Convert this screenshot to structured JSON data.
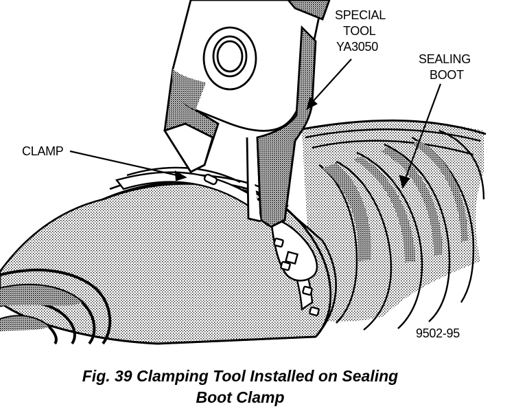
{
  "labels": {
    "special_tool_line1": "SPECIAL",
    "special_tool_line2": "TOOL",
    "special_tool_line3": "YA3050",
    "sealing_boot_line1": "SEALING",
    "sealing_boot_line2": "BOOT",
    "clamp": "CLAMP",
    "figure_code": "9502-95"
  },
  "caption": {
    "line1": "Fig. 39 Clamping Tool Installed on Sealing",
    "line2": "Boot Clamp"
  },
  "colors": {
    "ink": "#000000",
    "paper": "#ffffff",
    "shade": "#8a8a8a"
  }
}
